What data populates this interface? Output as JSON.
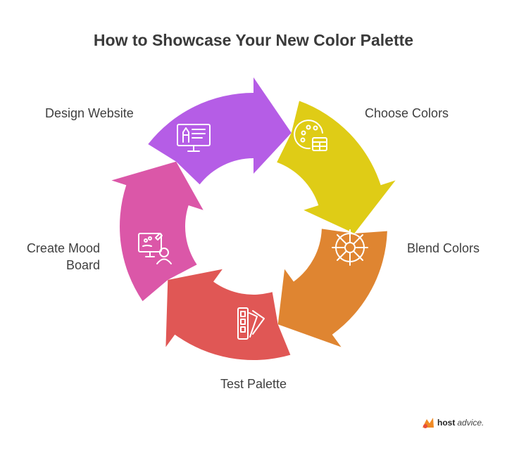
{
  "title": "How to Showcase Your New Color Palette",
  "steps": [
    {
      "label": "Choose Colors",
      "color": "#dfcc16",
      "icon": "palette-swatch-icon"
    },
    {
      "label": "Blend Colors",
      "color": "#df8531",
      "icon": "color-wheel-icon"
    },
    {
      "label": "Test Palette",
      "color": "#e05755",
      "icon": "swatch-cards-icon"
    },
    {
      "label": "Create Mood Board",
      "color": "#db57a8",
      "icon": "mood-board-icon"
    },
    {
      "label": "Design Website",
      "color": "#b55de6",
      "icon": "website-monitor-icon"
    }
  ],
  "mood_board_lines": [
    "Create Mood",
    "Board"
  ],
  "brand": {
    "part1": "host",
    "part2": "advice."
  }
}
